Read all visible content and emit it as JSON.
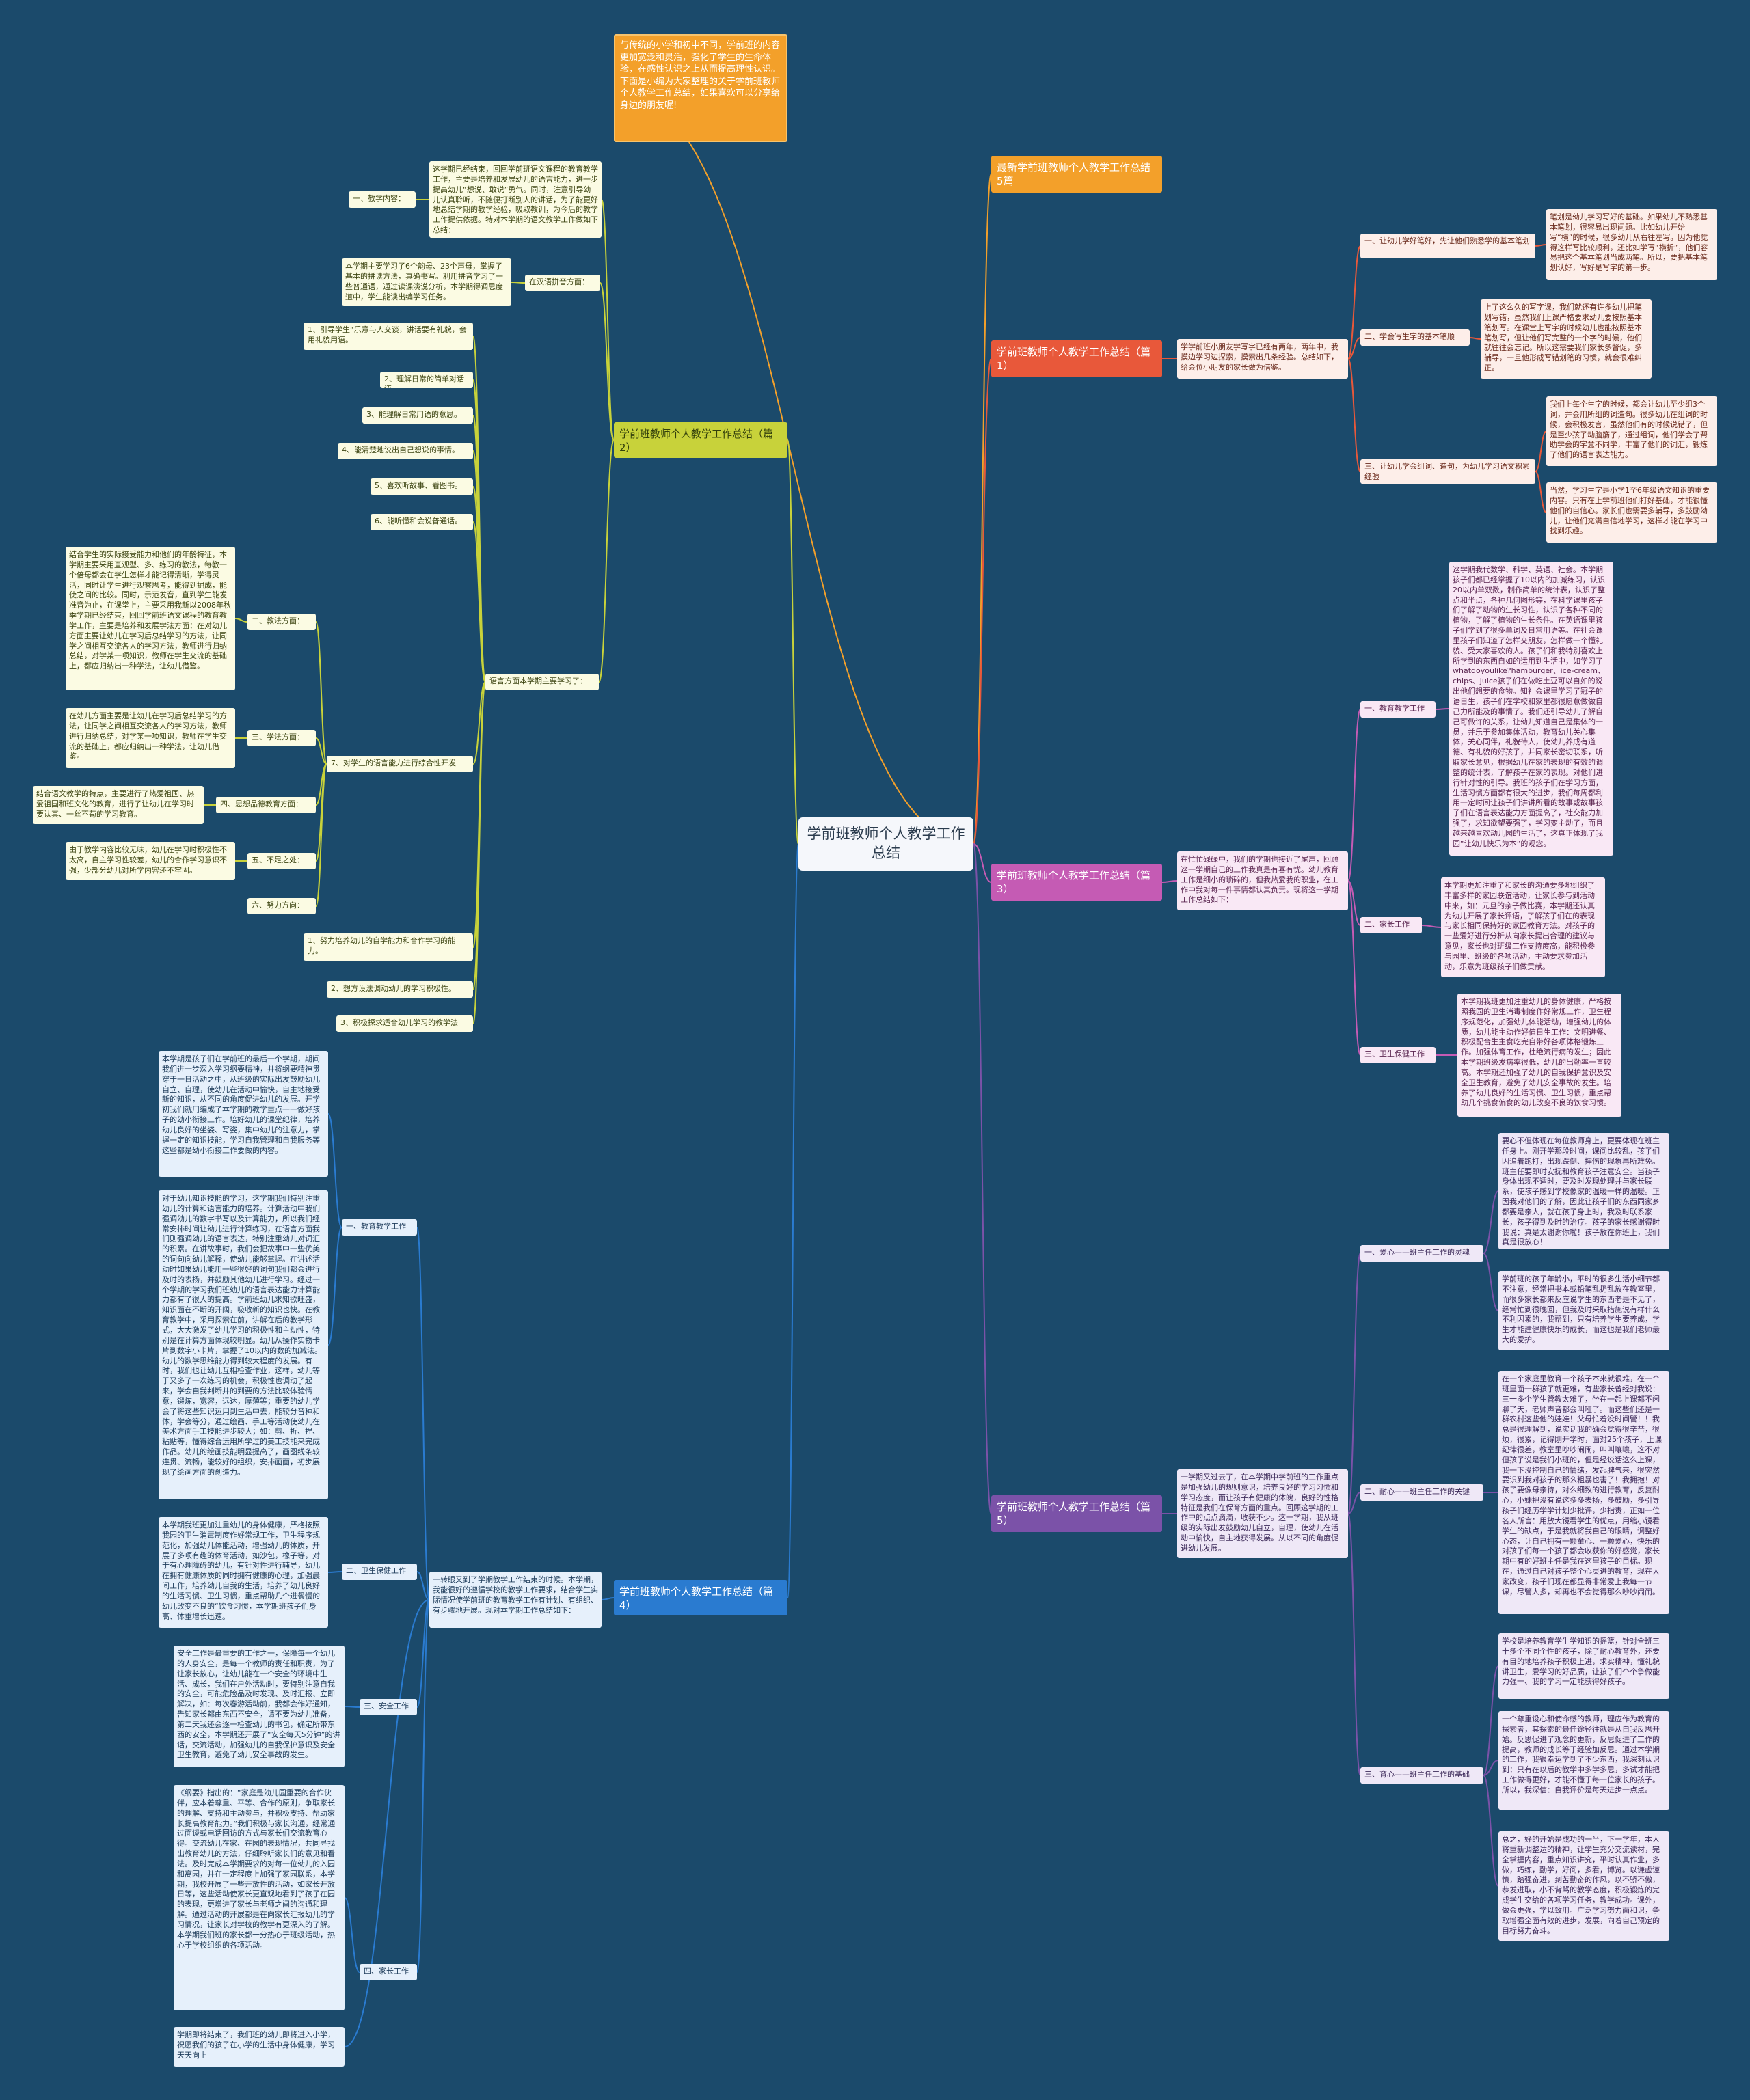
{
  "center": "学前班教师个人教学工作总结",
  "intro": "与传统的小学和初中不同，学前班的内容更加宽泛和灵活，强化了学生的生命体验，在感性认识之上从而提高理性认识。下面是小编为大家整理的关于学前班教师个人教学工作总结，如果喜欢可以分享给身边的朋友喔!",
  "branch1": {
    "title": "最新学前班教师个人教学工作总结5篇"
  },
  "branch2": {
    "title": "学前班教师个人教学工作总结（篇1）",
    "desc": "学学前班小朋友学写字已经有两年，两年中，我摸边学习边探索，摸索出几条经验。总结如下，给会位小朋友的家长做为借鉴。",
    "items": [
      {
        "label": "一、让幼儿学好笔好，先让他们熟悉学的基本笔划",
        "text": "笔划是幼儿学习写好的基础。如果幼儿不熟悉基本笔划，很容易出现问题。比如幼儿开始写“横”的时候，很多幼儿从右往左写。因为他觉得这样写比较顺利，还比如学写“横折”，他们容易把这个基本笔划当成两笔。所以，要把基本笔划认好，写好是写字的第一步。"
      },
      {
        "label": "二、学会写生字的基本笔顺",
        "text": "上了这么久的写字课，我们就还有许多幼儿把笔划写错，虽然我们上课严格要求幼儿要按照基本笔划写。在课堂上写字的时候幼儿也能按照基本笔划写，但让他们写完整的一个字的时候，他们就往往会忘记。所以这需要我们家长多督促，多辅导，一旦他形成写错划笔的习惯，就会很难纠正。"
      },
      {
        "label": "三、让幼儿学会组词、造句，为幼儿学习语文积累经验",
        "texts": [
          "我们上每个生字的时候，都会让幼儿至少组3个词，并会用所组的词造句。很多幼儿在组词的时候，会积极发言，虽然他们有的时候说错了，但是至少孩子动脑筋了，通过组词，他们学会了帮助学会的字意不同学，丰富了他们的词汇，锻炼了他们的语言表达能力。",
          "当然，学习生字是小学1至6年级语文知识的重要内容。只有在上学前班他们打好基础，才能很懂他们的自信心。家长们也需要多辅导，多鼓励幼儿，让他们充满自信地学习，这样才能在学习中找到乐趣。"
        ]
      }
    ]
  },
  "branch3": {
    "title": "学前班教师个人教学工作总结（篇3）",
    "desc": "在忙忙碌碌中，我们的学期也接近了尾声，回顾这一学期自己的工作我真是有喜有忧。幼儿教育工作是细小的琐碎的，但我热爱我的职业，在工作中我对每一件事情都认真负责。现将这一学期工作总结如下：",
    "items": [
      {
        "label": "一、教育教学工作",
        "text": "这学期我代数学、科学、英语、社会。本学期孩子们都已经掌握了10以内的加减练习，认识20以内单双数，制作简单的统计表，认识了整点和半点，各种几何图形等，在科学课里孩子们了解了动物的生长习性，认识了各种不同的植物，了解了植物的生长条件。在英语课里孩子们学到了很多单词及日常用语等。在社会课里孩子们知道了怎样交朋友，怎样做一个懂礼貌、受大家喜欢的人。孩子们和我特别喜欢上所学到的东西自如的运用到生活中，如学习了whatdoyoulike?hamburger、ice-cream、chips、juice孩子们在做吃土豆可以自如的说出他们想要的食物。知社会课里学习了冠子的语日生，孩子们在学校和家里都很愿意做做自己力所能及的事情了。我们还引导幼儿了解自己可做许的关系，让幼儿知道自己是集体的一员，并乐于参加集体活动，教育幼儿关心集体，关心同伴，礼貌待人，使幼儿养成有道德、有礼貌的好孩子，并同家长密切联系，听取家长意见，根据幼儿在家的表现的有效的调整的统计表，了解孩子在家的表现。对他们进行针对性的引导。我班的孩子们在学习方面，生活习惯方面都有很大的进步，我们每周都利用一定时间让孩子们讲讲所看的故事或故事孩子们在语言表达能力方面提高了，社交能力加强了，求知欲望要强了，学习变主动了，而且越来越喜欢动儿园的生活了，这真正体现了我园“让幼儿快乐为本”的观念。"
      },
      {
        "label": "二、家长工作",
        "text": "本学期更加注重了和家长的沟通要多地组织了丰富多样的家园联谊活动，让家长参与到活动中来，如：元旦的亲子做比赛，本学期还认真为幼儿开展了家长评语，了解孩子们在的表现与家长相同保持好的家园教育方法。对孩子的一些爱好进行分析从向家长提出合理的建议与意见，家长也对班级工作支持度高，能积极参与园里、班级的各项活动，主动要求参加活动，乐意为班级孩子们做贡献。"
      },
      {
        "label": "三、卫生保健工作",
        "text": "本学期我班更加注重幼儿的身体健康，严格按照我园的卫生消毒制度作好常规工作，卫生程序规范化，加强幼儿体能活动，增强幼儿的体质，幼儿能主动作好值日生工作：文明进餐、积极配合生主食吃完自带好各项体格锻炼工作。加强体育工作，杜绝流行病的发生；因此本学期班级发病率很低，幼儿的出勤率一直较高。本学期还加强了幼儿的自我保护意识及安全卫生教育，避免了幼儿安全事故的发生。培养了幼儿良好的生活习惯、卫生习惯，重点帮助几个挑食偏食的幼儿改变不良的饮食习惯。"
      }
    ]
  },
  "branch4": {
    "title": "学前班教师个人教学工作总结（篇5）",
    "desc": "一学期又过去了，在本学期中学前班的工作重点是加强幼儿的规则意识，培养良好的学习习惯和学习态度，而让孩子有健康的体魄，良好的性格特征是我们在保育方面的重点。回顾这学期的工作中的点点滴滴，收获不少。这一学期，我从班级的实际出发鼓励幼儿自立，自理，使幼儿在活动中愉快，自主地获得发展。从以不同的角度促进幼儿发展。",
    "items": [
      {
        "label": "一、爱心——班主任工作的灵魂",
        "texts": [
          "要心不但体现在每位教师身上，更要体现在班主任身上。刚开学那段时间，课间比较乱，孩子们因追着跑打，出现跌倒、摔伤的现象再所难免。班主任要即时安抚和教育孩子注意安全。当孩子身体出现不适时，要及时发现处理并与家长联系，使孩子感到学校像家的温暖一样的温暖。正因我对他们的了解，因此让孩子们的东西同家乡都要是亲人，就在孩子身上时，我及时联系家长，孩子得到及时的治疗。孩子的家长感谢得时我说：真是太谢谢你啦！孩子放在你班上，我们真是很放心！",
          "学前班的孩子年龄小，平时的很多生活小细节都不注意，经常把书本或铅笔乱扔乱放在教室里，而很多家长都来反应说学生的东西老是不见了，经常忙到很晚回，但我及时采取措施说有样什么不利因素的，我帮到，只有培养学生要养成，学生才能建健康快乐的成长，而这也是我们老师最大的爱护。"
        ]
      },
      {
        "label": "二、耐心——班主任工作的关键",
        "text": "在一个家庭里教育一个孩子本来就很难，在一个班里面一群孩子就更难，有些家长曾经对我说：三十多个学生管教太难了，坐在一起上课都不闲聊了天，老师声音都会叫哑了。而这些们还是一群农村这些他的娃娃！父母忙着没时间管！！我总是很理解到，说实话我的确会觉得很辛苦，很烦，很累，记得刚开学时，面对25个孩子，上课纪律很差，教室里吵吵闹闹，叫叫嚷嚷，这不对但孩子说是我们小班的，但是经说话这么上课，我一下没控制自己的情绪，发起脾气来，很突然要识到我对孩子的那么粗暴也害了！我拥抱！对孩子要像母亲待，对么细致的进行教育，反复耐心，小妹把没有说这多多表扬，多鼓励，多引导孩子们经历学学计划少批评，少指责，正如一位名人所言：用放大镜看学生的优点，用缩小镜看学生的缺点，于是我就将我自己的眼睛，调整好心态，让自己拥有一颗童心、一颗爱心，快乐的对孩子们每一个孩子都会收获你的好感觉，家长期中有的好班主任是我在这里孩子的目标。现在，通过自己对孩子整个心灵进的教育，现在大家改变，孩子们现在都显得非常爱上我每一节课，尽管人多，却再也不会觉得那么吵吵闹闹。"
      },
      {
        "label": "三、育心——班主任工作的基础",
        "texts": [
          "学校是培养教育学生学知识的摇篮，针对全班三十多个不同个性的孩子，除了耐心教育外，还要有目的地培养孩子积极上进，求实精神，懂礼貌讲卫生，爱学习的好品质，让孩子们个个争做能力强一、我的学习一定能获得好孩子。",
          "一个尊重设心和使命感的教师，理应作为教育的探索者，其探索的最佳途径往就是从自我反思开始。反思促进了观念的更新，反思促进了工作的提高，教师的成长等于经验加反思。通过本学期的工作，我很幸运学到了不少东西，我深刻认识到：只有在以后的教学中多学多思，多试才能把工作做得更好，才能不懂于每一位家长的孩子。所以，我深信：自我评价是每天进步一点点。",
          "总之，好的开始是成功的一半，下一学年，本人将重新调整达的精神，让学生充分交流读材，完全掌握内容，重点知识讲究，平时认真作业，多做，巧练，勤学，好问，多看，博览。以谦虚谨慎，踏强奋进，刻苦勤奋的作风，以不骄不傲，恭发进取，小不背骂的教学态度，积极锻炼的完成学生交给的各项学习任务，教学成功。课外，做会更强，学以致用。广泛学习努力面和识，争取增强全面有效的进步，发展，向着自己预定的目标努力奋斗。"
        ]
      }
    ]
  },
  "branch5": {
    "title": "学前班教师个人教学工作总结（篇2）",
    "items": [
      {
        "label": "一、教学内容：",
        "text": "这学期已经结束，回回学前班语文课程的教育教学工作，主要是培养和发展幼儿的语言能力，进一步提高幼儿“想说、敢说”勇气。同时，注意引导幼儿认真聆听，不随便打断别人的讲话，为了能更好地总结学期的教学经验，吸取教训，为今后的教学工作提供依据。特对本学期的语文教学工作做如下总结："
      },
      {
        "label": "在汉语拼音方面：",
        "text": "本学期主要学习了6个韵母、23个声母，掌握了基本的拼读方法，真确书写。利用拼音学习了一些普通语，通过读课演说分析，本学期得调思度道中，学生能读出编学习任务。"
      },
      {
        "label": "语言方面本学期主要学习了：",
        "bullets": [
          "1、引导学生“乐意与人交谈，讲话要有礼貌，会用礼貌用语。",
          "2、理解日常的简单对话语。",
          "3、能理解日常用语的意思。",
          "4、能清楚地说出自己想说的事情。",
          "5、喜欢听故事、看图书。",
          "6、能听懂和会说普通话。"
        ]
      },
      {
        "label": "7、对学生的语言能力进行综合性开发",
        "subs": [
          {
            "label": "二、教法方面：",
            "text": "结合学生的实际接受能力和他们的年龄特征，本学期主要采用直观型、多、练习的教法，每教一个倍母都会在学生怎样才能记得清晰，学得灵活，同时让学生进行观察思考，能得到掘成，能使之间的比较。同时，示范发音，直到学生能发准音为止，在课堂上，主要采用我新以2008年秋季学期已经结束，回回学前班语文课程的教育教学工作，主要是培养和发展学法方面：在对幼儿方面主要让幼儿在学习后总结学习的方法，让同学之间相互交流各人的学习方法，教师进行归纳总结，对学某一项知识，教师在学生交流的基础上，都应归纳出一种学法，让幼儿借鉴。"
          },
          {
            "label": "三、学法方面：",
            "text": "在幼儿方面主要是让幼儿在学习后总结学习的方法，让同学之间相互交流各人的学习方法，教师进行归纳总结，对学某一项知识，教师在学生交流的基础上，都应归纳出一种学法，让幼儿借鉴。"
          },
          {
            "label": "四、思想品德教育方面：",
            "text": "结合语文教学的特点，主要进行了热爱祖国、热爱祖国和班文化的教育，进行了让幼儿在学习时要认真、一丝不苟的学习教育。"
          },
          {
            "label": "五、不足之处：",
            "text": "由于教学内容比较无味，幼儿在学习时积极性不太高，自主学习性较差，幼儿的合作学习意识不强，少部分幼儿对所学内容还不牢固。"
          },
          {
            "label": "六、努力方向："
          }
        ]
      },
      {
        "label": "1、努力培养幼儿的自学能力和合作学习的能力。"
      },
      {
        "label": "2、想方设法调动幼儿的学习积极性。"
      },
      {
        "label": "3、积极探求适合幼儿学习的教学法"
      }
    ]
  },
  "branch6": {
    "title": "学前班教师个人教学工作总结（篇4）",
    "desc": "一转眼又到了学期教学工作结束的时候。本学期，我能很好的遵循学校的教学工作要求，结合学生实际情况使学前班的教育教学工作有计划、有组织、有步骤地开展。现对本学期工作总结如下：",
    "items": [
      {
        "label": "一、教育教学工作",
        "texts": [
          "本学期是孩子们在学前班的最后一个学期，期间我们进一步深入学习纲要精神，并将纲要精神贯穿于一日活动之中，从班级的实际出发鼓励幼儿自立、自理，使幼儿在活动中愉快，自主地接受新的知识，从不同的角度促进幼儿的发展。开学初我们就用编成了本学期的教学重点——做好孩子的幼小衔接工作。培好幼儿的课堂纪律，培养幼儿良好的坐姿、写姿，集中幼儿的注意力，掌握一定的知识技能，学习自我管理和自我服务等这些都是幼小衔接工作要做的内容。",
          "对于幼儿知识技能的学习，这学期我们特别注重幼儿的计算和语言能力的培养。计算活动中我们强调幼儿的数字书写以及计算能力，所以我们经常安排时间让幼儿进行计算练习，在语言方面我们则强调幼儿的语言表达，特别注重幼儿对词汇的积累。在讲故事时，我们会把故事中一些优美的词句向幼儿解释，使幼儿能够掌握。在讲述活动时如果幼儿能用一些很好的词句我们都会进行及时的表扬，并鼓励其他幼儿进行学习。经过一个学期的学习我们班幼儿的语言表达能力计算能力都有了很大的提高。学前班幼儿求知欲旺盛，知识面在不断的开阔，吸收新的知识也快。在教育教学中，采用探索在前，讲解在后的教学形式，大大激发了幼儿学习的积极性和主动性，特别是在计算方面体现较明显。幼儿从操作实物卡片到数字小卡片，掌握了10以内的数的加减法。幼儿的数学思维能力得到较大程度的发展。有时，我们也让幼儿互相检查作业，这样，幼儿等于又多了一次练习的机会，积极性也调动了起来，学会自我判断并的到要的方法比较体验情意，锻炼，宽容，远达，厚薄等；重要的幼儿学会了将这些知识运用到生活中去，能较分音种和体，学会等分，通过绘画、手工等活动使幼儿在美术方面手工技能进步较大；如：剪、折、捏、粘贴等，懂得综合运用所学过的美工技能来完成作品。幼儿的绘画技能明显提高了，画图线条较连贯、流畅，能较好的组织，安排画面，初步展现了绘画方面的创造力。"
        ]
      },
      {
        "label": "二、卫生保健工作",
        "text": "本学期我班更加注重幼儿的身体健康，严格按照我园的卫生消毒制度作好常规工作，卫生程序规范化，加强幼儿体能活动，增强幼儿的体质，开展了多项有趣的体育活动，如沙包，橡子等，对于有心理障碍的幼儿，有针对性进行辅导，幼儿在拥有健康体质的同时拥有健康的心理，加强晨间工作，培养幼儿自我的生活，培养了幼儿良好的生活习惯、卫生习惯，重点帮助几个进餐慢的幼儿改变不良的“饮食习惯，本学期班孩子们身高、体重增长迅速。"
      },
      {
        "label": "三、安全工作",
        "text": "安全工作是最重要的工作之一，保障每一个幼儿的人身安全，是每一个教师的责任和职责，为了让家长放心，让幼儿能在一个安全的环境中生活、成长，我们在户外活动时，要特别注意自我的安全，可能危险品及时发现、及时汇报、立即解决，如：每次春游活动前，我都会作好通知，告知家长都由东西不安全，请不要为幼儿准备，第二天我还会逐一检查幼儿的书包，确定所带东西的安全，本学期还开展了“安全每天5分钟”的讲话，交流活动，加强幼儿的自我保护意识及安全卫生教育，避免了幼儿安全事故的发生。"
      },
      {
        "label": "四、家长工作",
        "text": "《纲要》指出的：“家庭是幼儿园重要的合作伙伴，应本着尊重、平等、合作的原则，争取家长的理解、支持和主动参与，并积极支持、帮助家长提高教育能力。”我们积极与家长沟通，经常通过面谈或电话回访的方式与家长们交流教育心得。交流幼儿在家、在园的表现情况，共同寻找出教育幼儿的方法，仔细聆听家长们的意见和看法。及时完成本学期要求的对每一位幼儿的入园和离园，并在一定程度上加强了家园联系，本学期，我校开展了一些开放性的活动，如家长开放日等，这些活动使家长更直观地看到了孩子在园的表现，更增进了家长与老师之间的沟通和理解。通过活动的开展都是在向家长汇报幼儿的学习情况，让家长对学校的教学有更深入的了解。本学期我们班的家长都十分热心于班级活动，热心于学校组织的各项活动。"
      },
      {
        "label": "学期即将结束了，我们班的幼儿即将进入小学，祝愿我们的孩子在小学的生活中身体健康，学习天天向上"
      }
    ]
  }
}
